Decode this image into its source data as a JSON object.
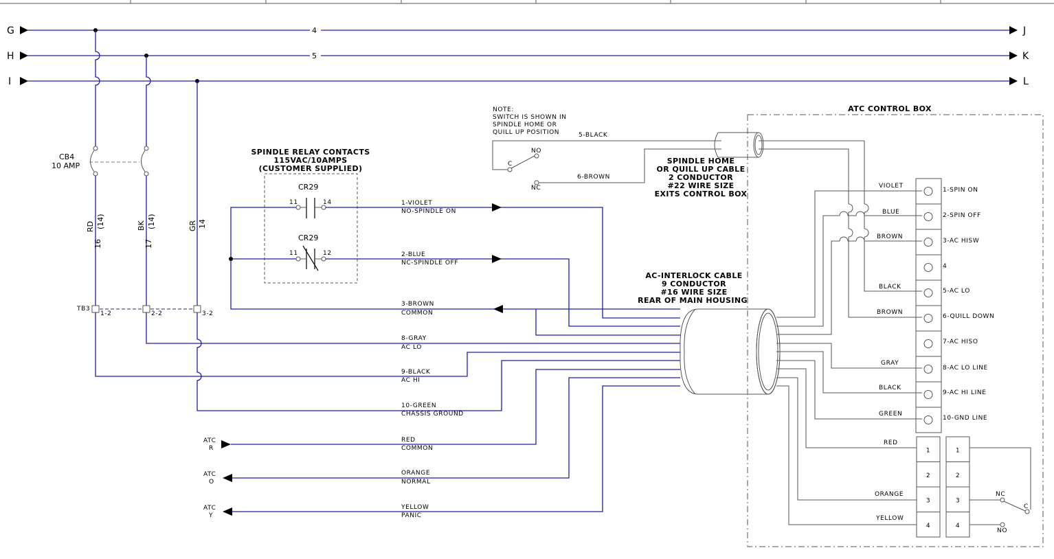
{
  "bus": {
    "left": [
      "G",
      "H",
      "I"
    ],
    "right": [
      "J",
      "K",
      "L"
    ],
    "numbers": [
      "4",
      "5"
    ]
  },
  "cb": {
    "id": "CB4",
    "rating": "10 AMP"
  },
  "verticals": [
    {
      "color": "RD",
      "gauge": "(14)",
      "num": "16"
    },
    {
      "color": "BK",
      "gauge": "(14)",
      "num": "17"
    },
    {
      "color": "GR",
      "gauge": "14",
      "num": ""
    }
  ],
  "tb3": {
    "label": "TB3",
    "terms": [
      "1-2",
      "2-2",
      "3-2"
    ]
  },
  "relay": {
    "title": [
      "SPINDLE RELAY CONTACTS",
      "115VAC/10AMPS",
      "(CUSTOMER SUPPLIED)"
    ],
    "contacts": [
      {
        "name": "CR29",
        "a": "11",
        "b": "14"
      },
      {
        "name": "CR29",
        "a": "11",
        "b": "12"
      }
    ]
  },
  "note": [
    "NOTE:",
    "SWITCH IS SHOWN IN",
    "SPINDLE HOME OR",
    "QUILL UP POSITION"
  ],
  "switch": {
    "no": "NO",
    "c": "C",
    "nc": "NC"
  },
  "spindle_cable": {
    "wire1": "5-BLACK",
    "wire2": "6-BROWN",
    "label": [
      "SPINDLE HOME",
      "OR QUILL UP CABLE",
      "2 CONDUCTOR",
      "#22 WIRE SIZE",
      "EXITS CONTROL BOX"
    ]
  },
  "interlock_cable": {
    "label": [
      "AC-INTERLOCK CABLE",
      "9 CONDUCTOR",
      "#16 WIRE SIZE",
      "REAR OF MAIN HOUSING"
    ]
  },
  "wires": [
    {
      "top": "1-VIOLET",
      "bottom": "NO-SPINDLE ON"
    },
    {
      "top": "2-BLUE",
      "bottom": "NC-SPINDLE OFF"
    },
    {
      "top": "3-BROWN",
      "bottom": "COMMON"
    },
    {
      "top": "8-GRAY",
      "bottom": "AC LO"
    },
    {
      "top": "9-BLACK",
      "bottom": "AC HI"
    },
    {
      "top": "10-GREEN",
      "bottom": "CHASSIS GROUND"
    },
    {
      "top": "RED",
      "bottom": "COMMON"
    },
    {
      "top": "ORANGE",
      "bottom": "NORMAL"
    },
    {
      "top": "YELLOW",
      "bottom": "PANIC"
    }
  ],
  "atc": [
    {
      "a": "ATC",
      "b": "R"
    },
    {
      "a": "ATC",
      "b": "O"
    },
    {
      "a": "ATC",
      "b": "Y"
    }
  ],
  "control_box": {
    "title": "ATC CONTROL BOX",
    "terminals": [
      {
        "wire": "VIOLET",
        "label": "1-SPIN ON"
      },
      {
        "wire": "BLUE",
        "label": "2-SPIN OFF"
      },
      {
        "wire": "BROWN",
        "label": "3-AC HISW"
      },
      {
        "wire": "",
        "label": "4"
      },
      {
        "wire": "BLACK",
        "label": "5-AC LO"
      },
      {
        "wire": "BROWN",
        "label": "6-QUILL DOWN"
      },
      {
        "wire": "",
        "label": "7-AC HISO"
      },
      {
        "wire": "GRAY",
        "label": "8-AC LO LINE"
      },
      {
        "wire": "BLACK",
        "label": "9-AC HI LINE"
      },
      {
        "wire": "GREEN",
        "label": "10-GND LINE"
      }
    ],
    "lower_wires": [
      "RED",
      "",
      "ORANGE",
      "YELLOW"
    ],
    "lower_nums": [
      "1",
      "2",
      "3",
      "4"
    ],
    "lower_switch": {
      "nc": "NC",
      "c": "C",
      "no": "NO"
    }
  },
  "colors": {
    "wire": "#1e1ea8",
    "line": "#555555"
  }
}
